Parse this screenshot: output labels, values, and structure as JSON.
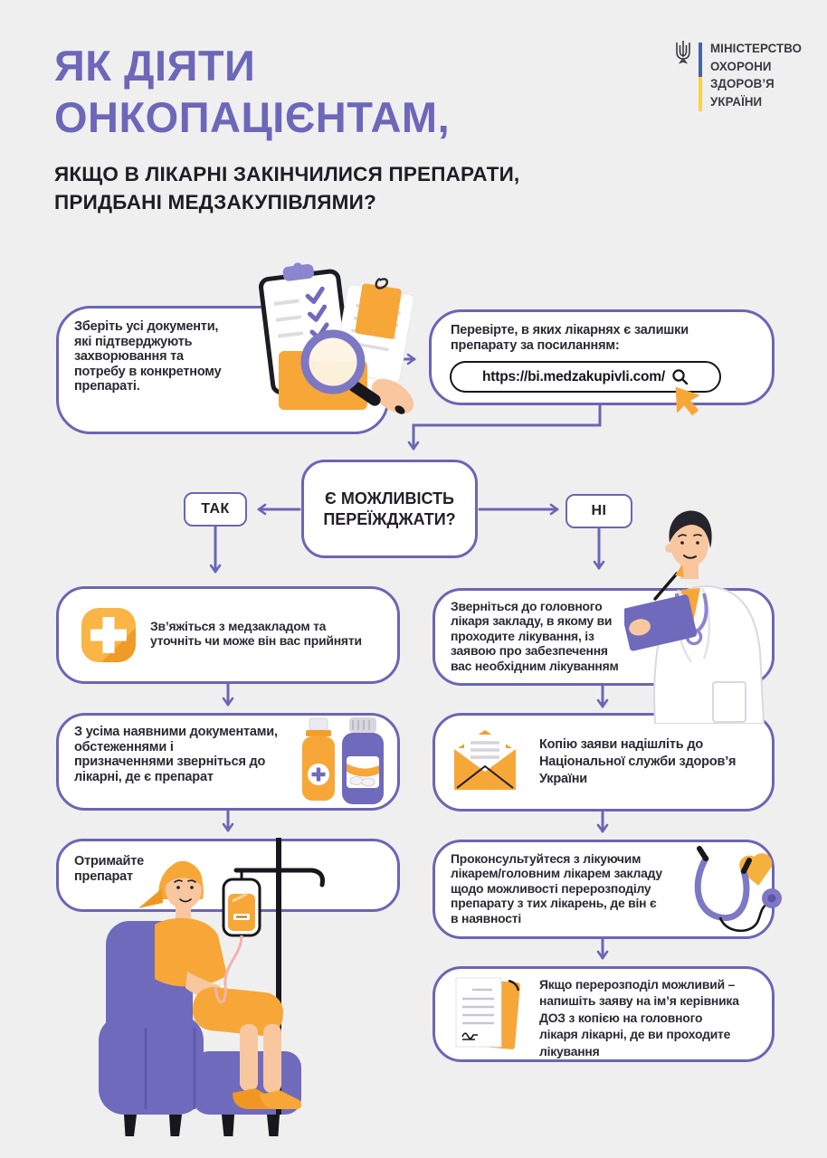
{
  "header": {
    "title": "ЯК ДІЯТИ\nОНКОПАЦІЄНТАМ,",
    "subtitle": "ЯКЩО В ЛІКАРНІ ЗАКІНЧИЛИСЯ ПРЕПАРАТИ,\nПРИДБАНІ МЕДЗАКУПІВЛЯМИ?",
    "logo_text": "МІНІСТЕРСТВО\nОХОРОНИ\nЗДОРОВ’Я\nУКРАЇНИ"
  },
  "flow": {
    "collect": "Зберіть усі документи,\nякі підтверджують\nзахворювання та\nпотребу в конкретному\nпрепараті.",
    "check_intro": "Перевірте, в яких лікарнях є залишки\nпрепарату за посиланням:",
    "link_url": "https://bi.medzakupivli.com/",
    "question": "Є МОЖЛИВІСТЬ\nПЕРЕЇЖДЖАТИ?",
    "yes_label": "ТАК",
    "no_label": "НІ",
    "yes_branch": [
      {
        "text": "Зв’яжіться з медзакладом та\nуточніть чи може він вас прийняти"
      },
      {
        "text": "З усіма наявними документами,\nобстеженнями і\nпризначеннями зверніться до\nлікарні, де є препарат"
      },
      {
        "text": "Отримайте\nпрепарат"
      }
    ],
    "no_branch": [
      {
        "text": "Зверніться до головного\nлікаря закладу, в якому ви\nпроходите лікування, із\nзаявою про забезпечення\nвас необхідним лікуванням"
      },
      {
        "text": "Копію заяви надішліть до\nНаціональної служби здоров’я\nУкраїни"
      },
      {
        "text": "Проконсультуйтеся з лікуючим\nлікарем/головним лікарем закладу\nщодо можливості перерозподілу\nпрепарату з тих лікарень, де він є\nв наявності"
      },
      {
        "text": "Якщо перерозподіл можливий –\nнапишіть заяву на ім’я керівника\nДОЗ з копією на головного\nлікаря лікарні, де ви проходите\nлікування"
      }
    ]
  },
  "icons": {
    "trident": "trident-icon",
    "search": "search-icon",
    "cursor": "cursor-icon",
    "medical_cross": "medical-cross-icon",
    "envelope": "envelope-icon",
    "stethoscope": "stethoscope-icon",
    "document_sign": "document-sign-icon",
    "bottles": "medicine-bottles-icon"
  },
  "colors": {
    "purple": "#6a66b4",
    "title_purple": "#6c67b8",
    "orange": "#f6a738",
    "ink": "#232028",
    "background": "#f0eff0",
    "flag_blue": "#4762ad",
    "flag_yellow": "#fdd043"
  }
}
